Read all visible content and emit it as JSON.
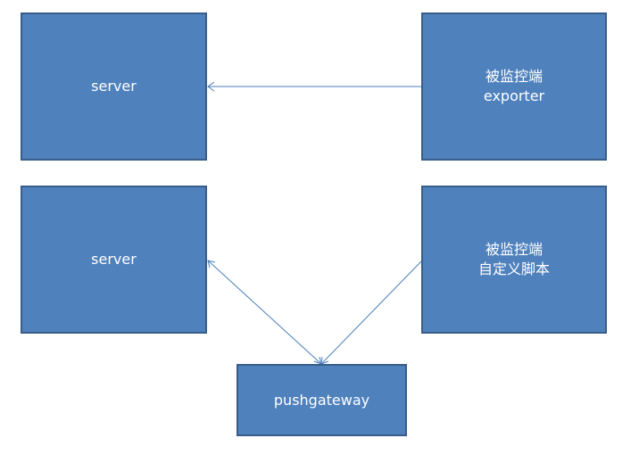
{
  "colors": {
    "box_fill": "#4f81bd",
    "box_border": "#385d8a",
    "connector": "#4a7ebb",
    "text": "#ffffff"
  },
  "boxes": {
    "server_top": {
      "line1": "server"
    },
    "monitored_exporter": {
      "line1": "被监控端",
      "line2": "exporter"
    },
    "server_bottom": {
      "line1": "server"
    },
    "monitored_script": {
      "line1": "被监控端",
      "line2": "自定义脚本"
    },
    "pushgateway": {
      "line1": "pushgateway"
    }
  }
}
